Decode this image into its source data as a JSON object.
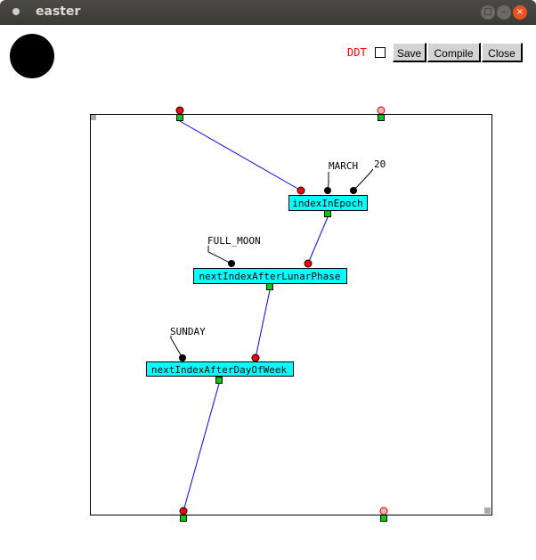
{
  "window": {
    "title": "easter"
  },
  "toolbar": {
    "ddt_label": "DDT",
    "ddt_checked": false,
    "save_label": "Save",
    "compile_label": "Compile",
    "close_label": "Close"
  },
  "nodes": [
    {
      "name": "indexInEpoch",
      "args": [
        "MARCH",
        "20"
      ]
    },
    {
      "name": "nextIndexAfterLunarPhase",
      "args": [
        "FULL_MOON"
      ]
    },
    {
      "name": "nextIndexAfterDayOfWeek",
      "args": [
        "SUNDAY"
      ]
    }
  ],
  "colors": {
    "node_fill": "#00ffff",
    "wire": "#0000ff",
    "input_port": "#ff0000",
    "output_port": "#00cc00",
    "unconnected_port": "#ffb0b0"
  }
}
